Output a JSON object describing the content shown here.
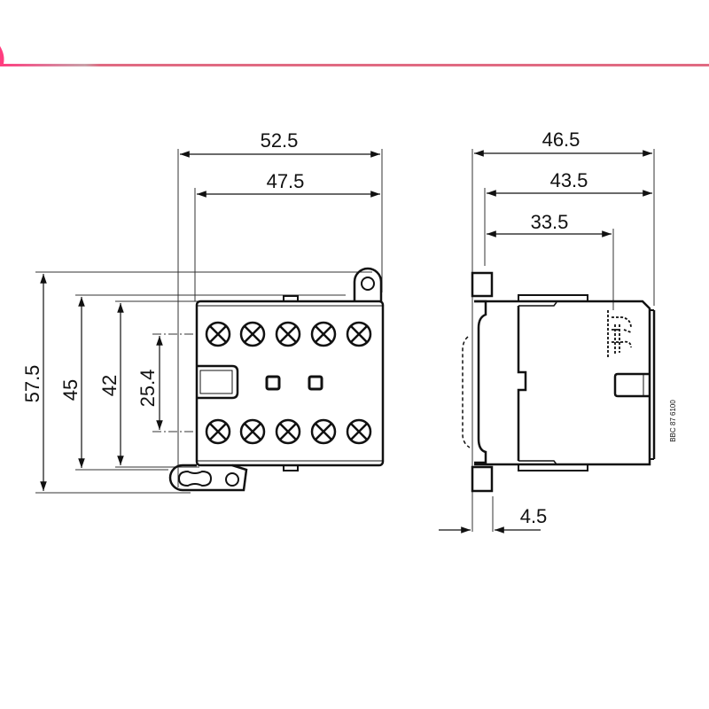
{
  "accent": {
    "top_line_color": "#e06a82",
    "corner_mark_color": "#ff3d7f"
  },
  "front_view": {
    "dimensions": {
      "overall_width": "52.5",
      "body_width": "47.5",
      "overall_height": "57.5",
      "body_height": "45",
      "terminal_block_height": "42",
      "terminal_row_spacing": "25.4"
    },
    "terminal_rows": 2,
    "terminals_per_row": 5
  },
  "side_view": {
    "dimensions": {
      "overall_depth": "46.5",
      "body_depth": "43.5",
      "mounting_depth": "33.5",
      "rail_offset": "4.5"
    },
    "drawing_code": "BBC 87 6100"
  }
}
